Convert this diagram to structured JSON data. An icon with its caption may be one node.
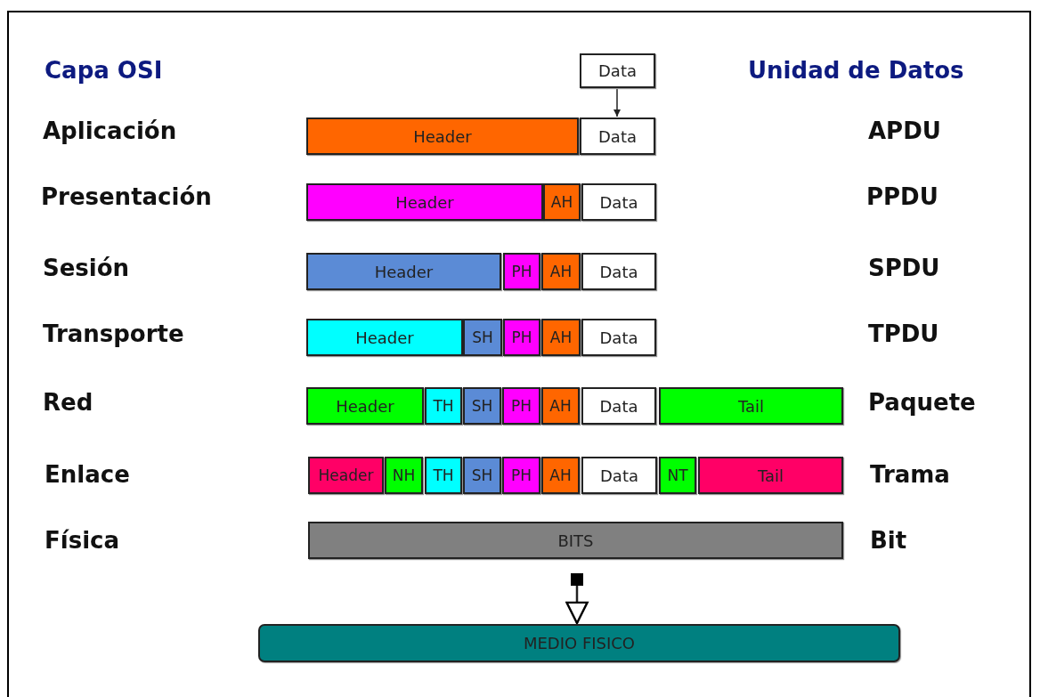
{
  "diagram": {
    "nodes": [
      {
        "text": [
          "Data"
        ]
      },
      {
        "text": [
          "Header"
        ]
      },
      {
        "text": [
          "Data"
        ]
      },
      {
        "text": [
          "Header"
        ]
      },
      {
        "text": [
          "AH"
        ]
      },
      {
        "text": [
          "Data"
        ]
      },
      {
        "text": [
          "Header"
        ]
      },
      {
        "text": [
          "PH"
        ]
      },
      {
        "text": [
          "AH"
        ]
      },
      {
        "text": [
          "Data"
        ]
      },
      {
        "text": [
          "Header"
        ]
      },
      {
        "text": [
          "SH"
        ]
      },
      {
        "text": [
          "PH"
        ]
      },
      {
        "text": [
          "AH"
        ]
      },
      {
        "text": [
          "Data"
        ]
      },
      {
        "text": [
          "Header"
        ]
      },
      {
        "text": [
          "TH"
        ]
      },
      {
        "text": [
          "SH"
        ]
      },
      {
        "text": [
          "PH"
        ]
      },
      {
        "text": [
          "AH"
        ]
      },
      {
        "text": [
          "Data"
        ]
      },
      {
        "text": [
          "Tail"
        ]
      },
      {
        "text": [
          "Header"
        ]
      },
      {
        "text": [
          "NH"
        ]
      },
      {
        "text": [
          "TH"
        ]
      },
      {
        "text": [
          "SH"
        ]
      },
      {
        "text": [
          "PH"
        ]
      },
      {
        "text": [
          "AH"
        ]
      },
      {
        "text": [
          "Data"
        ]
      },
      {
        "text": [
          "NT"
        ]
      },
      {
        "text": [
          "Tail"
        ]
      },
      {
        "text": [
          "BITS"
        ]
      },
      {
        "text": [
          "MEDIO FISICO"
        ]
      }
    ],
    "edges": [
      {
        "from": 0,
        "to": 2,
        "arrow": "to"
      },
      {
        "from": 31,
        "to": 32,
        "arrow": "to"
      }
    ],
    "labels": [
      "Capa OSI",
      "Unidad de Datos",
      "Aplicación",
      "APDU",
      "Presentación",
      "PPDU",
      "Sesión",
      "SPDU",
      "Transporte",
      "TPDU",
      "Red",
      "Paquete",
      "Enlace",
      "Trama",
      "Física",
      "Bit"
    ]
  }
}
